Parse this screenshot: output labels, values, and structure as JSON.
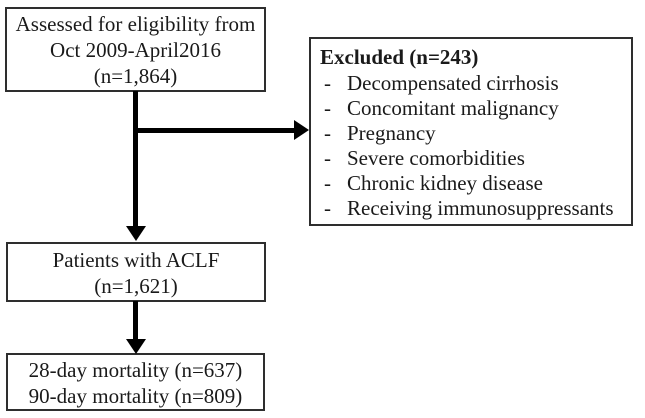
{
  "diagram": {
    "type": "patient-flow-chart",
    "colors": {
      "background": "#ffffff",
      "box_border": "#2e2e2e",
      "text": "#1a1a1a",
      "arrow": "#000000"
    },
    "boxes": {
      "eligibility": {
        "lines": [
          "Assessed for eligibility from",
          "Oct 2009-April2016",
          "(n=1,864)"
        ]
      },
      "excluded": {
        "title": "Excluded (n=243)",
        "bullet": "-",
        "items": [
          "Decompensated cirrhosis",
          "Concomitant malignancy",
          "Pregnancy",
          "Severe comorbidities",
          "Chronic kidney disease",
          "Receiving immunosuppressants"
        ]
      },
      "aclf": {
        "lines": [
          "Patients with ACLF",
          "(n=1,621)"
        ]
      },
      "mortality": {
        "lines": [
          "28-day mortality (n=637)",
          "90-day mortality (n=809)"
        ]
      }
    }
  }
}
